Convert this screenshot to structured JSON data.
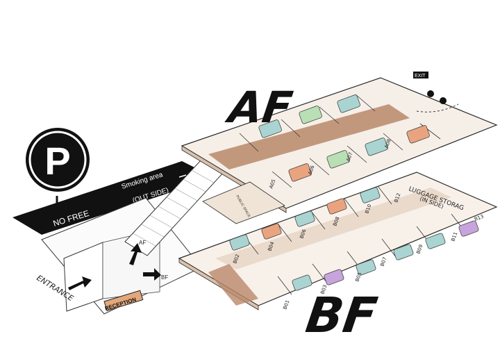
{
  "map": {
    "floors": {
      "upper": "AF",
      "lower": "BF"
    },
    "parking": {
      "symbol": "P",
      "note": "NO FREE"
    },
    "road": {
      "smoking_line1": "Smoking area",
      "smoking_line2": "(OUT SIDE)"
    },
    "entrance": "ENTRANCE",
    "reception": "RECEPTION",
    "stair_up": "AF",
    "stair_down": "BF",
    "exit": "EXIT",
    "luggage_line1": "LUGGAGE STORAG",
    "luggage_line2": "(IN SIDE)",
    "lounge": "PUBLIC SPACE",
    "rooms_bf": [
      "B01",
      "B02",
      "B03",
      "B04",
      "B05",
      "B06",
      "B07",
      "B08",
      "B09",
      "B10",
      "B11",
      "B12",
      "B13"
    ],
    "rooms_af": [
      "A05",
      "A06",
      "A07",
      "A08"
    ]
  },
  "colors": {
    "road": "#111111",
    "floor_edge": "#2a2a2a",
    "wood": "#b9886a",
    "bed_blue": "#a9d4d2",
    "bed_orange": "#e9a47f",
    "bed_green": "#b9dfb5",
    "bed_purple": "#c8a4dc"
  }
}
